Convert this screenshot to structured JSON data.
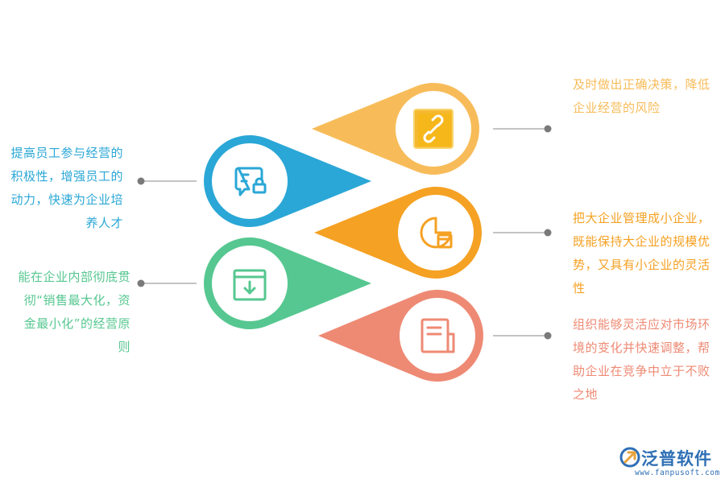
{
  "items": [
    {
      "id": "risk",
      "side": "right",
      "color": "#F7BC59",
      "icon": "link-icon",
      "text": [
        "及时做出正确决策，降低",
        "企业经营的风险"
      ]
    },
    {
      "id": "staff",
      "side": "left",
      "color": "#2AA7D6",
      "icon": "message-lock-icon",
      "text": [
        "提高员工参与经营的",
        "积极性，增强员工的",
        "动力，快速为企业培",
        "养人才"
      ]
    },
    {
      "id": "small",
      "side": "right",
      "color": "#F5A123",
      "icon": "chart-window-icon",
      "text": [
        "把大企业管理成小企业，",
        "既能保持大企业的规模优",
        "势，又具有小企业的灵活",
        "性"
      ]
    },
    {
      "id": "profit",
      "side": "left",
      "color": "#56C790",
      "icon": "download-box-icon",
      "text": [
        "能在企业内部彻底贯",
        "彻“销售最大化，资",
        "金最小化”的经营原",
        "则"
      ]
    },
    {
      "id": "flex",
      "side": "right",
      "color": "#EE8A74",
      "icon": "document-icon",
      "text": [
        "组织能够灵活应对市场环",
        "境的变化并快速调整，帮",
        "助企业在竞争中立于不败",
        "之地"
      ]
    }
  ],
  "logo": {
    "name": "泛普软件",
    "url": "www.fanpusoft.com",
    "color": "#2f6fb5"
  }
}
